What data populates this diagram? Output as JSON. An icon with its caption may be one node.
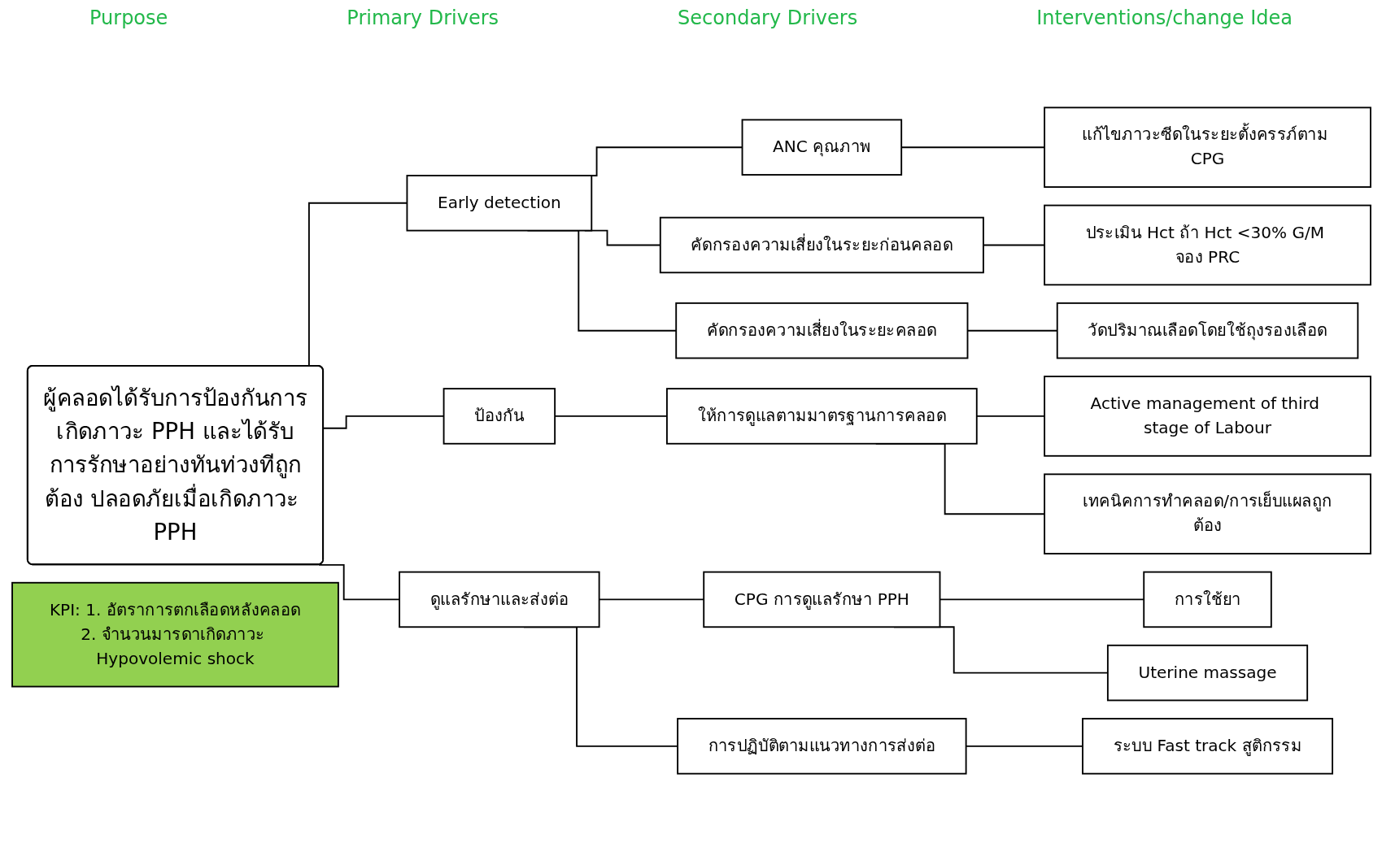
{
  "diagram": {
    "nodes": [
      {
        "text": [
          "ผู้คลอดได้รับการป้องกันการเกิดภาวะ PPH และได้รับการรักษาอย่างทันท่วงทีถูกต้อง ปลอดภัยเมื่อเกิดภาวะ PPH"
        ]
      },
      {
        "text": [
          "Early detection"
        ]
      },
      {
        "text": [
          "ป้องกัน"
        ]
      },
      {
        "text": [
          "ดูแลรักษาและส่งต่อ"
        ]
      },
      {
        "text": [
          "ANC คุณภาพ"
        ]
      },
      {
        "text": [
          "คัดกรองความเสี่ยงในระยะก่อนคลอด"
        ]
      },
      {
        "text": [
          "คัดกรองความเสี่ยงในระยะคลอด"
        ]
      },
      {
        "text": [
          "ให้การดูแลตามมาตรฐานการคลอด"
        ]
      },
      {
        "text": [
          "CPG การดูแลรักษา PPH"
        ]
      },
      {
        "text": [
          "การปฏิบัติตามแนวทางการส่งต่อ"
        ]
      },
      {
        "text": [
          "แก้ไขภาวะซีดในระยะตั้งครรภ์ตาม CPG"
        ]
      },
      {
        "text": [
          "ประเมิน Hct ถ้า Hct <30% G/M จอง PRC"
        ]
      },
      {
        "text": [
          "วัดปริมาณเลือดโดยใช้ถุงรองเลือด"
        ]
      },
      {
        "text": [
          "Active management of third stage of Labour"
        ]
      },
      {
        "text": [
          "เทคนิคการทำคลอด/การเย็บแผลถูกต้อง"
        ]
      },
      {
        "text": [
          "การใช้ยา"
        ]
      },
      {
        "text": [
          "Uterine massage"
        ]
      },
      {
        "text": [
          "ระบบ Fast track สูติกรรม"
        ]
      },
      {
        "text": [
          "KPI: 1. อัตราการตกเลือดหลังคลอด",
          "2. จำนวนมารดาเกิดภาวะ Hypovolemic shock"
        ]
      }
    ],
    "edges": [
      {
        "from": 0,
        "to": 1,
        "arrow": "none"
      },
      {
        "from": 0,
        "to": 2,
        "arrow": "none"
      },
      {
        "from": 0,
        "to": 3,
        "arrow": "none"
      },
      {
        "from": 1,
        "to": 4,
        "arrow": "none"
      },
      {
        "from": 1,
        "to": 5,
        "arrow": "none"
      },
      {
        "from": 1,
        "to": 6,
        "arrow": "none"
      },
      {
        "from": 2,
        "to": 7,
        "arrow": "none"
      },
      {
        "from": 3,
        "to": 8,
        "arrow": "none"
      },
      {
        "from": 3,
        "to": 9,
        "arrow": "none"
      },
      {
        "from": 4,
        "to": 10,
        "arrow": "none"
      },
      {
        "from": 5,
        "to": 11,
        "arrow": "none"
      },
      {
        "from": 6,
        "to": 12,
        "arrow": "none"
      },
      {
        "from": 7,
        "to": 13,
        "arrow": "none"
      },
      {
        "from": 7,
        "to": 14,
        "arrow": "none"
      },
      {
        "from": 8,
        "to": 15,
        "arrow": "none"
      },
      {
        "from": 8,
        "to": 16,
        "arrow": "none"
      },
      {
        "from": 9,
        "to": 17,
        "arrow": "none"
      }
    ],
    "labels": [
      "Purpose",
      "Primary Drivers",
      "Secondary Drivers",
      "Interventions/change Idea"
    ]
  }
}
